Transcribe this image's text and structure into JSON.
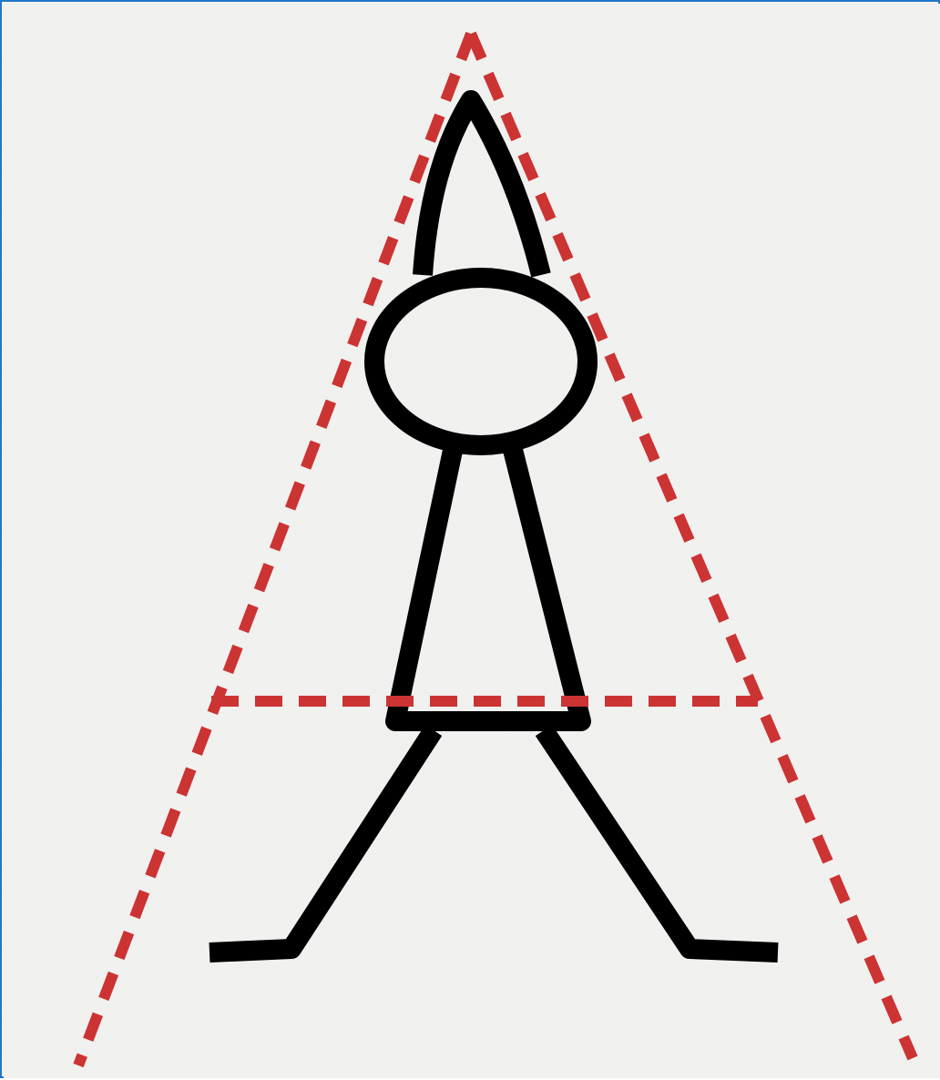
{
  "colors": {
    "frame_border": "#1f78c8",
    "paper": "#f3f3f1",
    "figure_stroke": "#000000",
    "guide_stroke": "#cc3333"
  },
  "figure": {
    "description": "",
    "parts": [
      "hat",
      "head",
      "torso",
      "left-leg",
      "right-leg"
    ]
  },
  "guides": {
    "style": "dashed",
    "parts": [
      "left-guide-line",
      "right-guide-line",
      "horizontal-guide-line"
    ]
  }
}
